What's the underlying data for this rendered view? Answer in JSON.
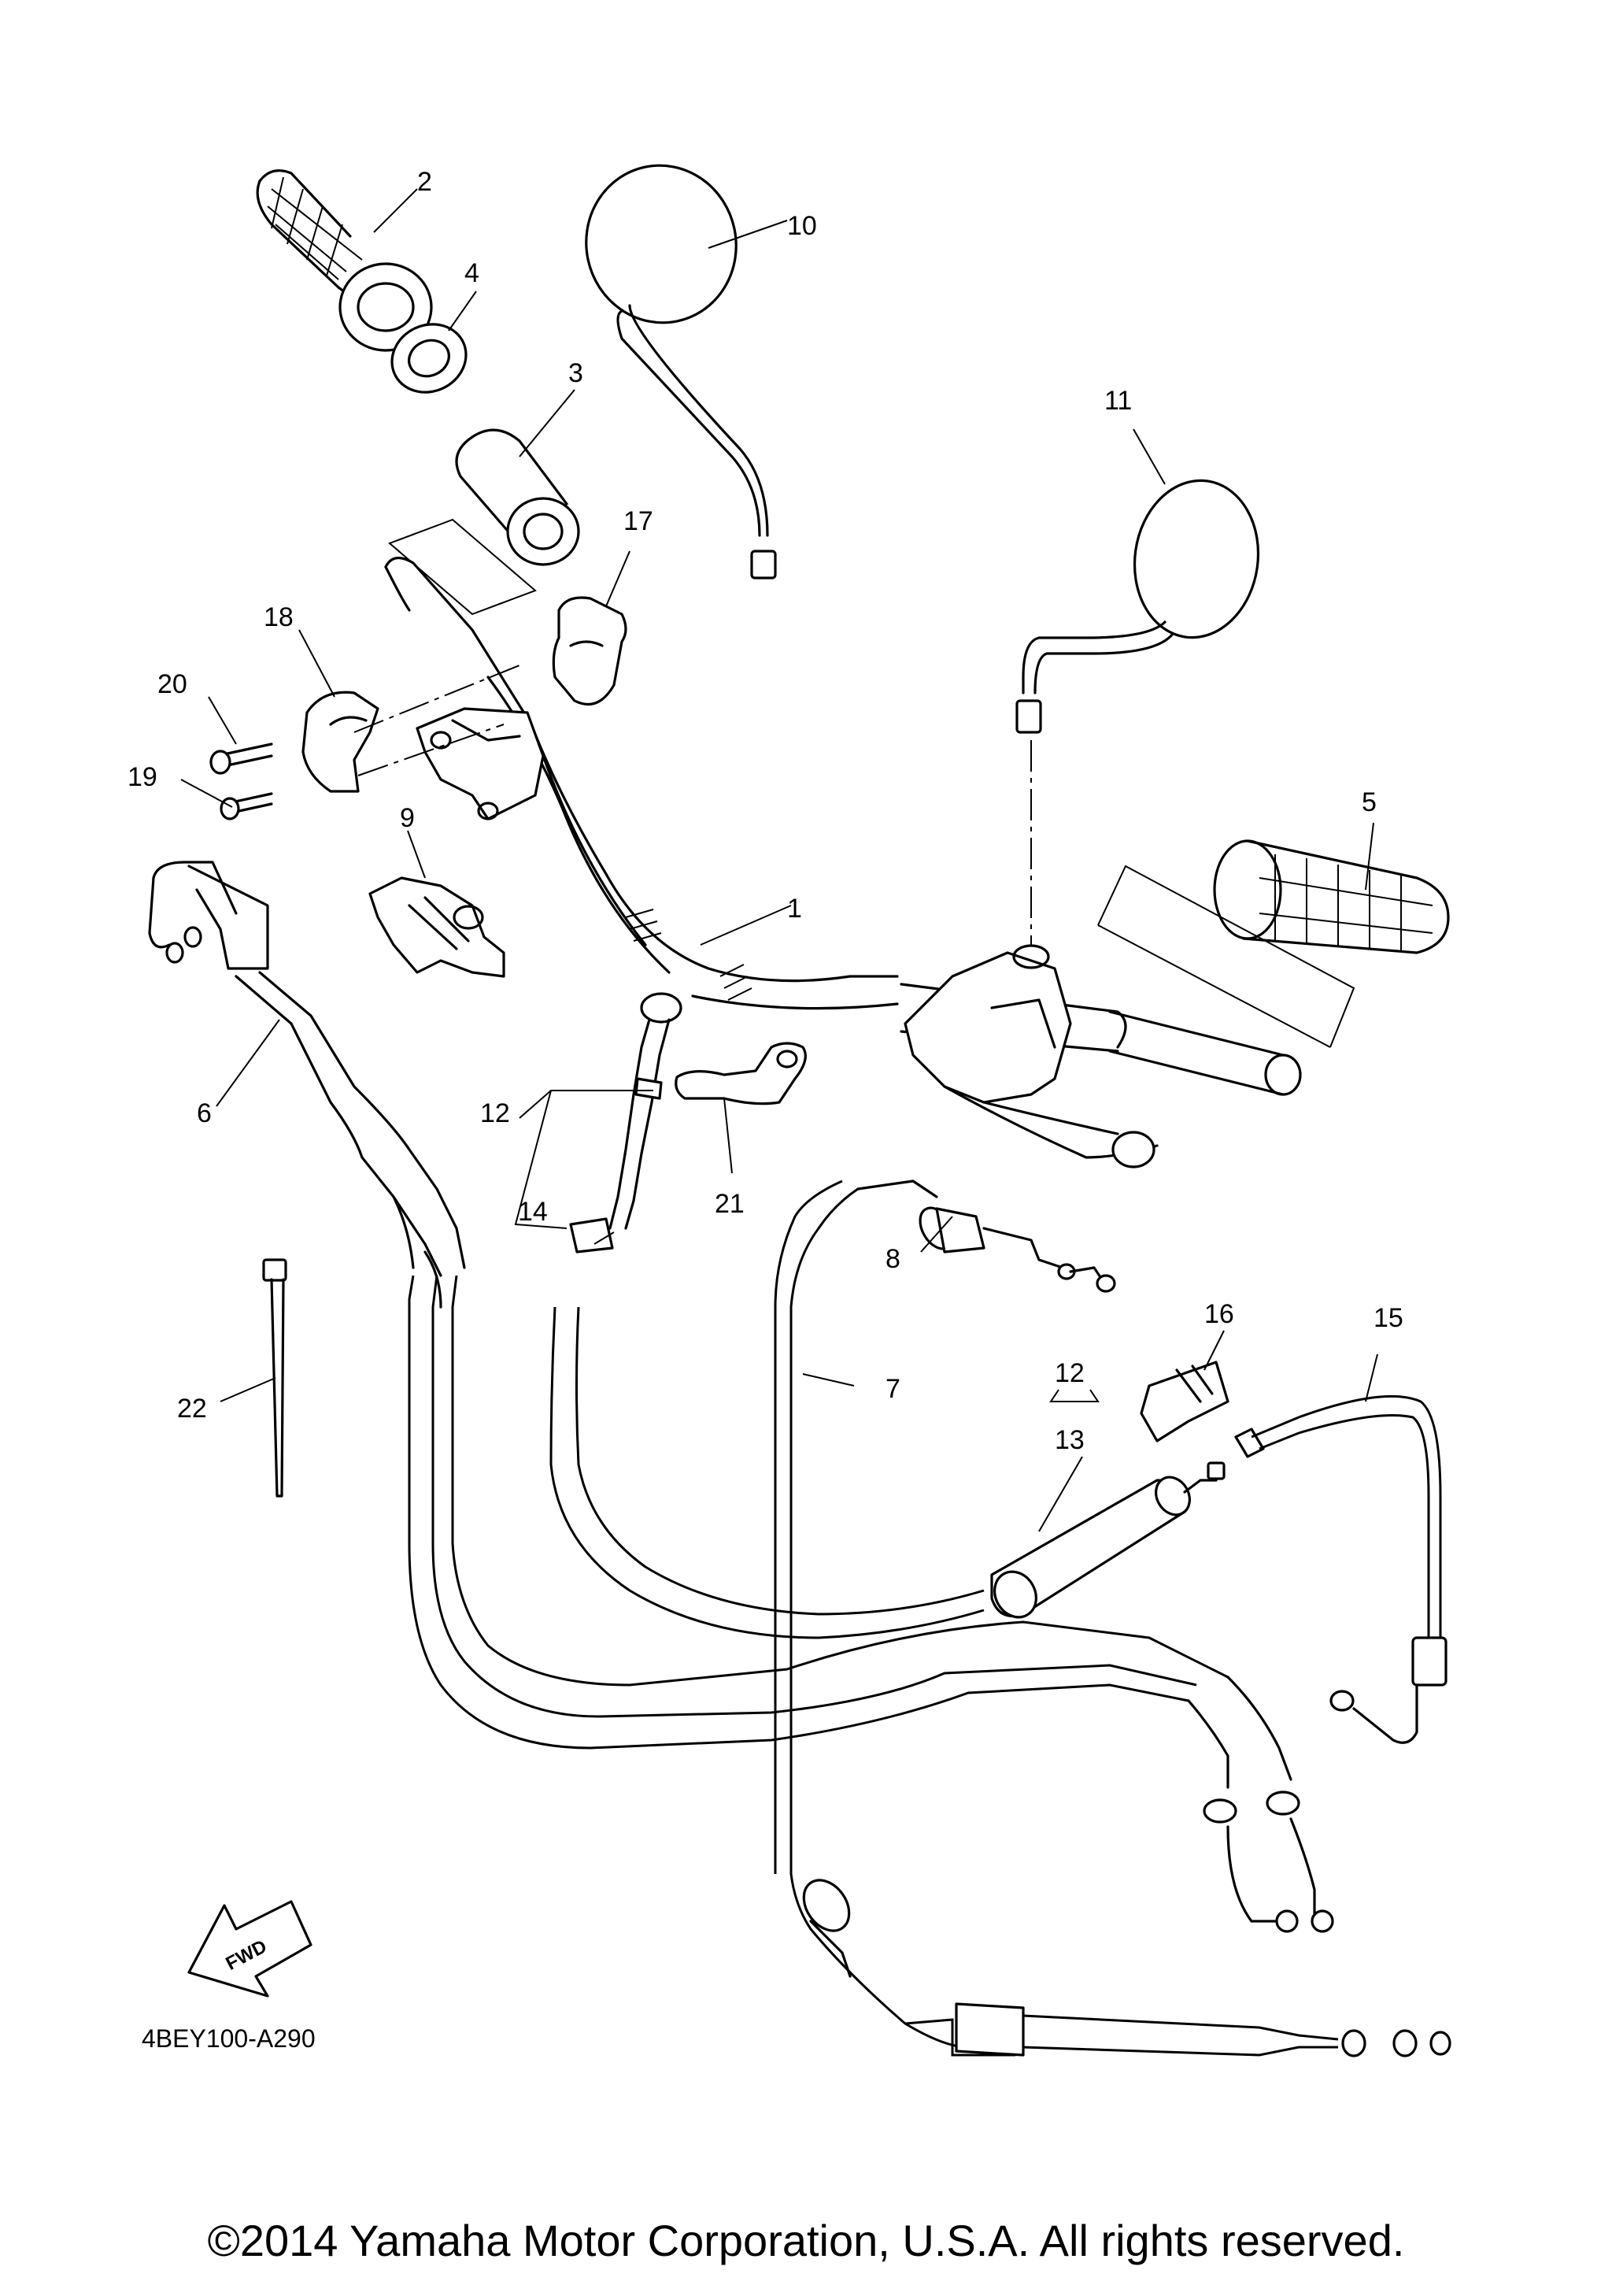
{
  "callouts": [
    {
      "id": "1",
      "text": "1"
    },
    {
      "id": "2",
      "text": "2"
    },
    {
      "id": "3",
      "text": "3"
    },
    {
      "id": "4",
      "text": "4"
    },
    {
      "id": "5",
      "text": "5"
    },
    {
      "id": "6",
      "text": "6"
    },
    {
      "id": "7",
      "text": "7"
    },
    {
      "id": "8",
      "text": "8"
    },
    {
      "id": "9",
      "text": "9"
    },
    {
      "id": "10",
      "text": "10"
    },
    {
      "id": "11",
      "text": "11"
    },
    {
      "id": "12a",
      "text": "12"
    },
    {
      "id": "12b",
      "text": "12"
    },
    {
      "id": "13",
      "text": "13"
    },
    {
      "id": "14",
      "text": "14"
    },
    {
      "id": "15",
      "text": "15"
    },
    {
      "id": "16",
      "text": "16"
    },
    {
      "id": "17",
      "text": "17"
    },
    {
      "id": "18",
      "text": "18"
    },
    {
      "id": "19",
      "text": "19"
    },
    {
      "id": "20",
      "text": "20"
    },
    {
      "id": "21",
      "text": "21"
    },
    {
      "id": "22",
      "text": "22"
    }
  ],
  "fwd_label": "FWD",
  "diagram_ref": "4BEY100-A290",
  "copyright": "©2014 Yamaha Motor Corporation, U.S.A. All rights reserved."
}
